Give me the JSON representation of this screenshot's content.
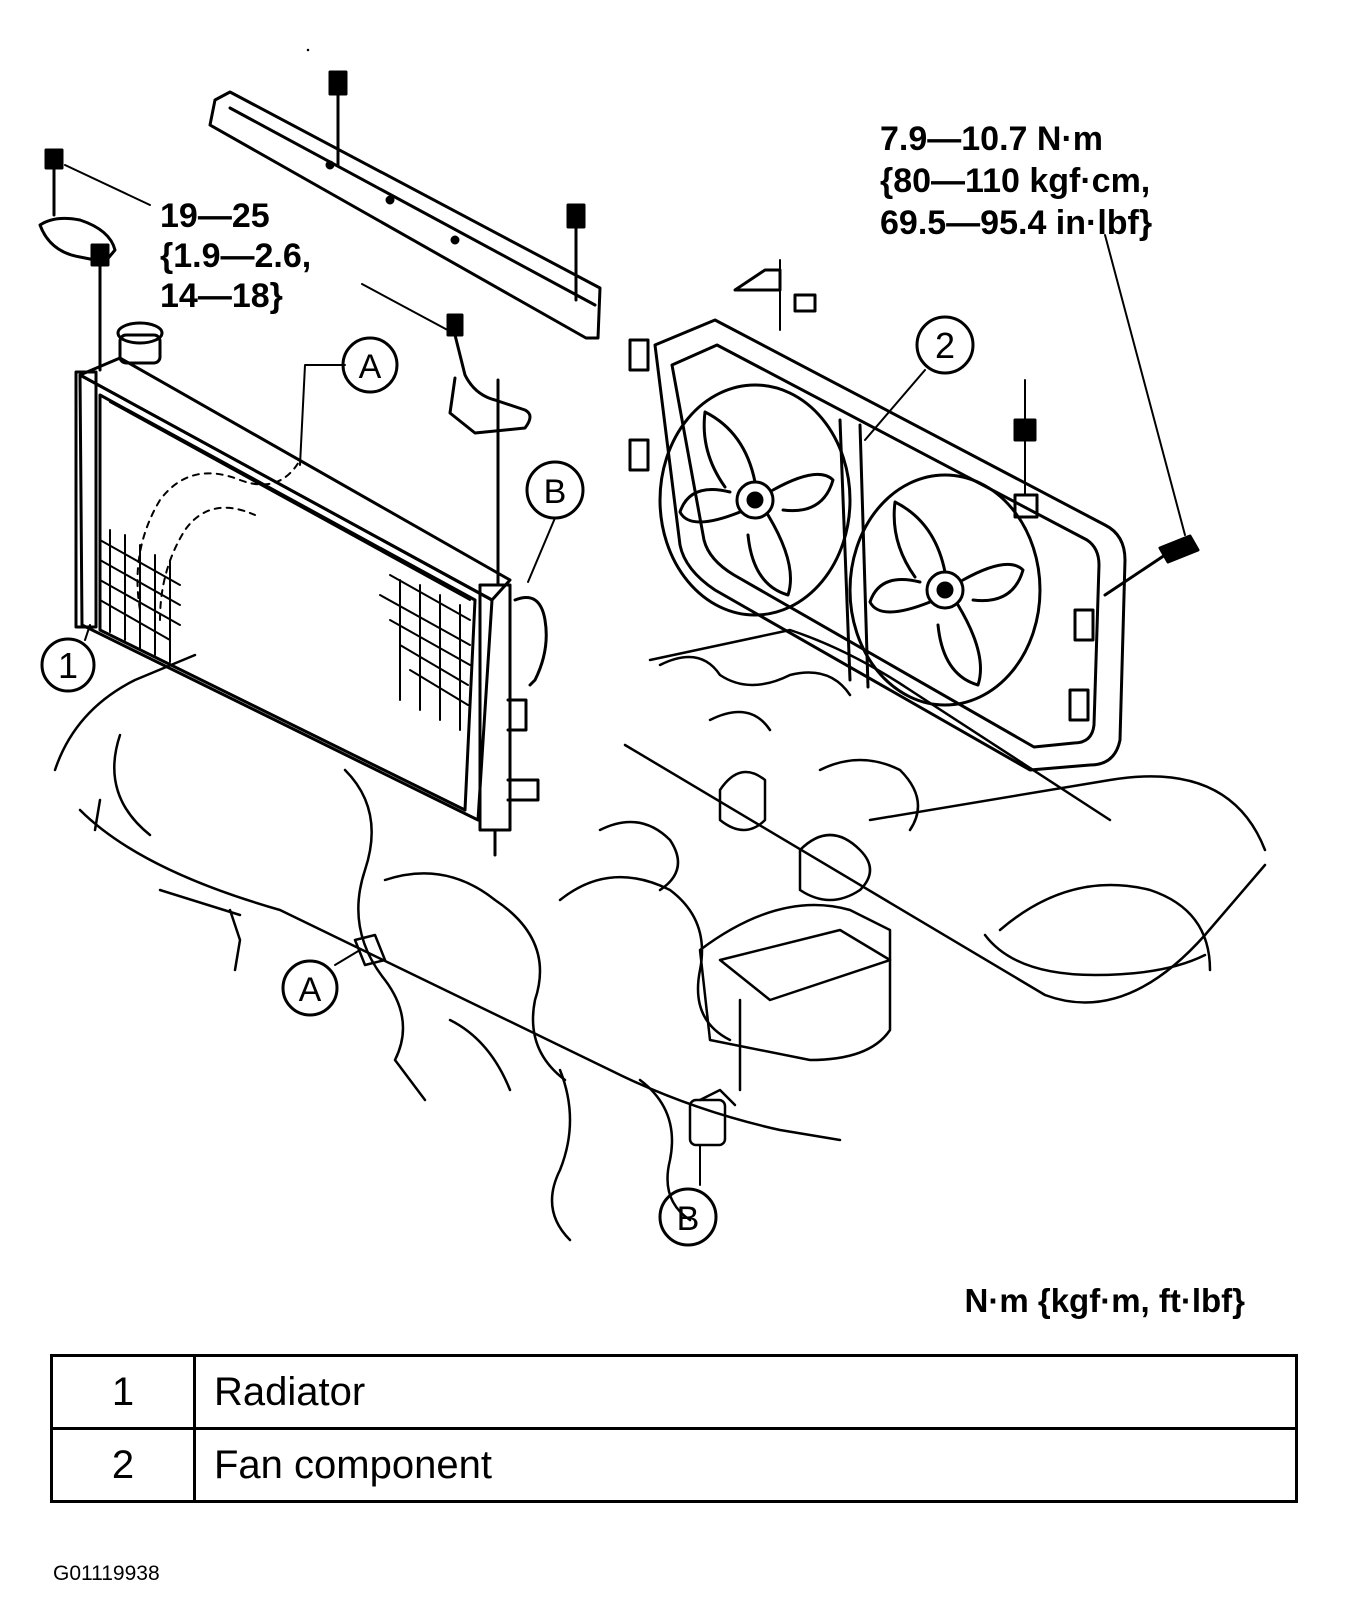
{
  "torque_left": [
    "19—25",
    "{1.9—2.6,",
    "14—18}"
  ],
  "torque_right": [
    "7.9—10.7 N·m",
    "{80—110 kgf·cm,",
    "69.5—95.4 in·lbf}"
  ],
  "callouts": {
    "radiator_num": "1",
    "fan_num": "2",
    "a_upper": "A",
    "b_upper": "B",
    "a_lower": "A",
    "b_lower": "B"
  },
  "units_note": "N·m {kgf·m, ft·lbf}",
  "legend": [
    {
      "num": "1",
      "name": "Radiator"
    },
    {
      "num": "2",
      "name": "Fan component"
    }
  ],
  "figure_code": "G01119938"
}
